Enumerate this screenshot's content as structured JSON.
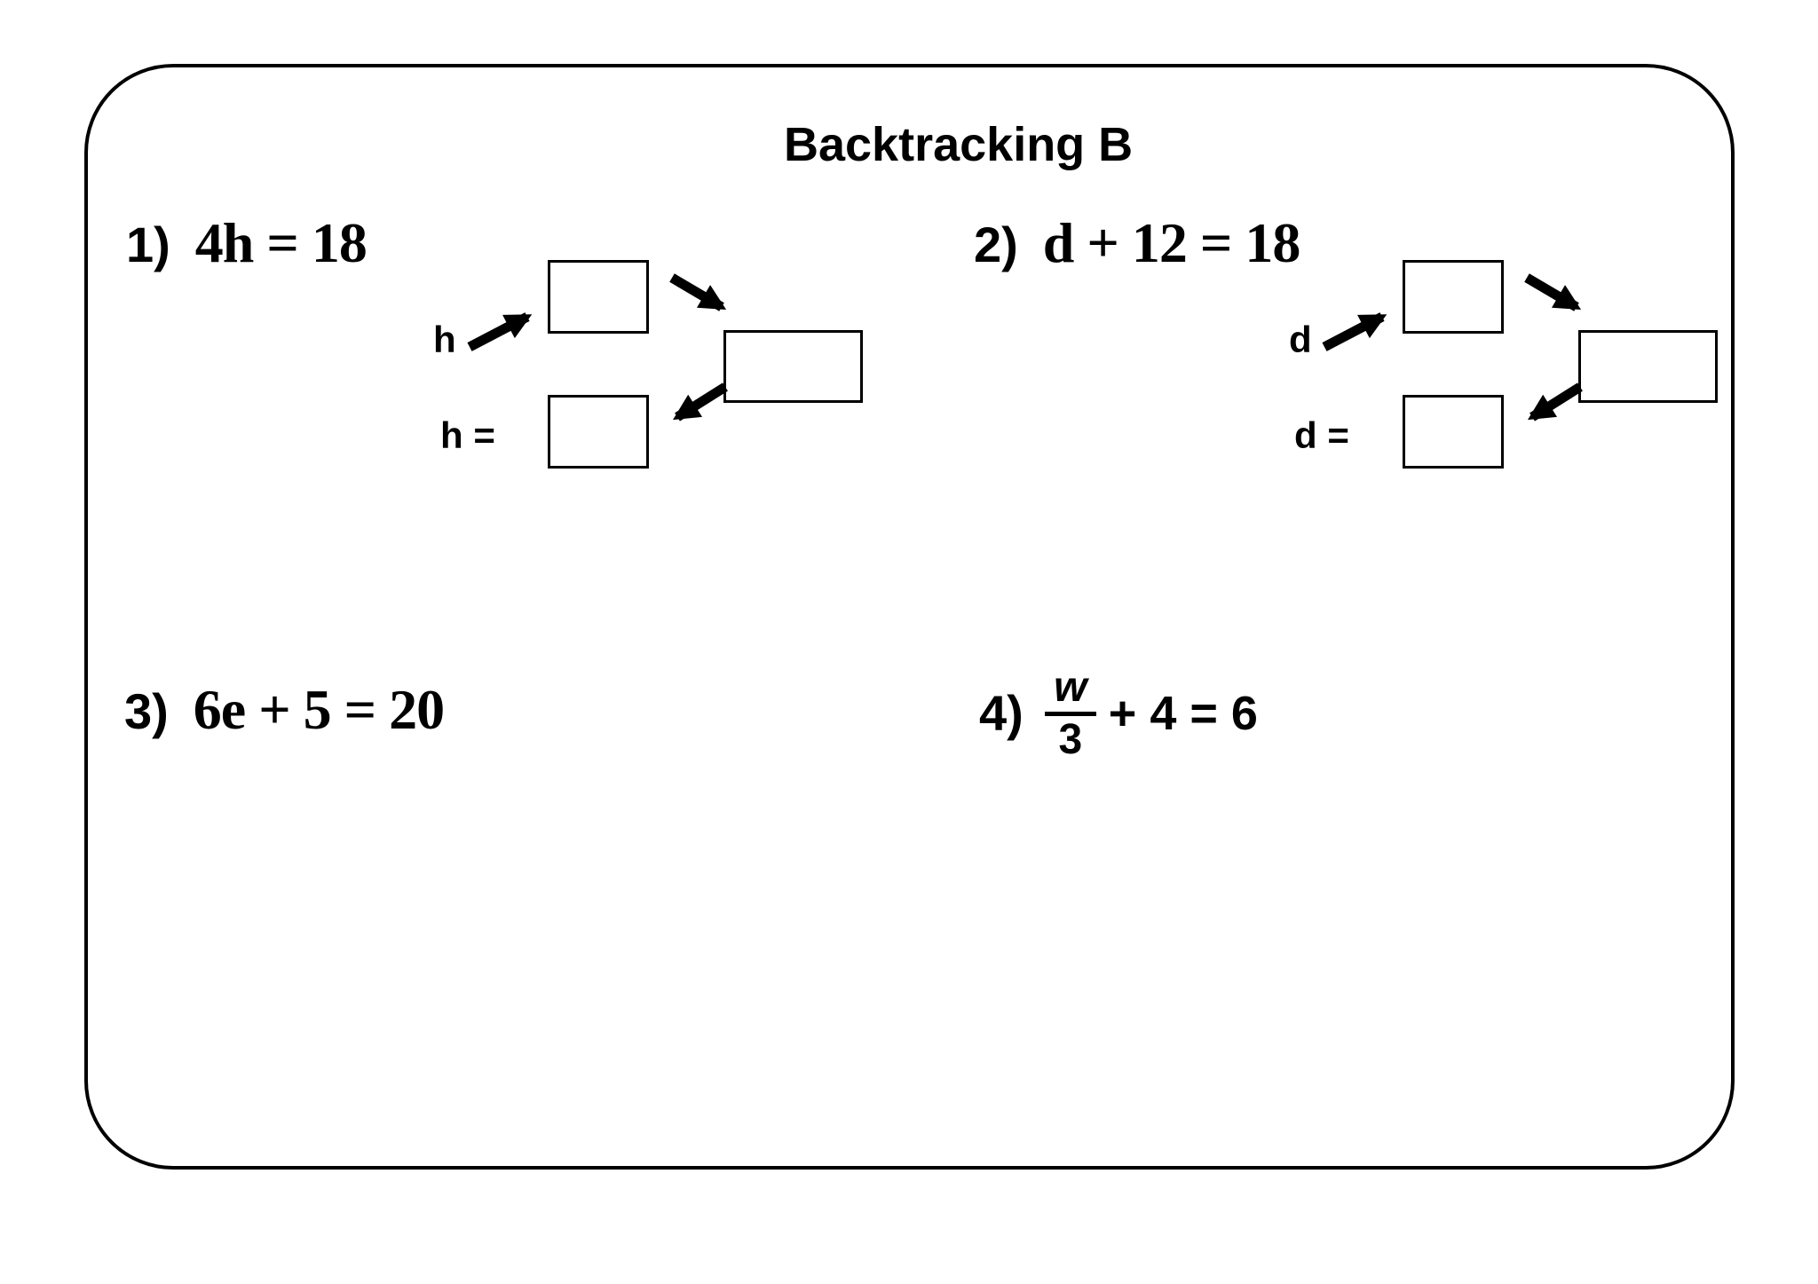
{
  "worksheet": {
    "title": "Backtracking B",
    "colors": {
      "ink": "#000000",
      "paper": "#ffffff"
    }
  },
  "problems": [
    {
      "number": "1)",
      "equation": "4h = 18",
      "diagram": {
        "variable_label": "h",
        "answer_label": "h =",
        "boxes": [
          "top-empty",
          "right-empty",
          "bottom-empty"
        ]
      }
    },
    {
      "number": "2)",
      "equation": "d + 12 = 18",
      "diagram": {
        "variable_label": "d",
        "answer_label": "d =",
        "boxes": [
          "top-empty",
          "right-empty",
          "bottom-empty"
        ]
      }
    },
    {
      "number": "3)",
      "equation": "6e + 5 = 20"
    },
    {
      "number": "4)",
      "equation": {
        "numerator": "w",
        "denominator": "3",
        "rest": "+ 4 = 6"
      }
    }
  ]
}
